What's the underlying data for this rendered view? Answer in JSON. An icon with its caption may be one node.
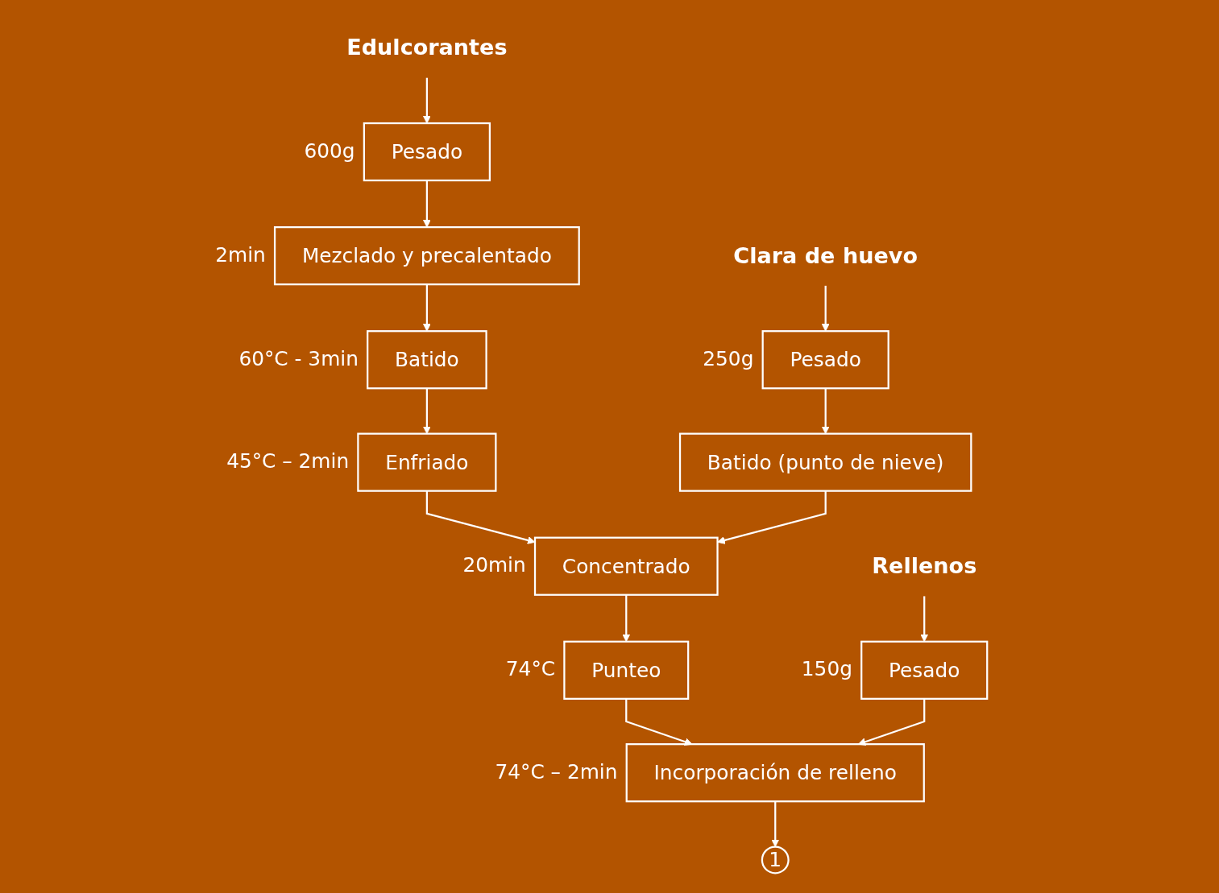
{
  "diagram": {
    "nodes": [
      {
        "text": [
          "Rellenos"
        ]
      },
      {
        "text": [
          "Pesado"
        ],
        "beside": [
          "150g"
        ]
      },
      {
        "text": [
          "Clara de huevo"
        ]
      },
      {
        "text": [
          "Pesado"
        ],
        "beside": [
          "250g"
        ]
      },
      {
        "text": [
          "Batido (punto de nieve)"
        ]
      },
      {
        "text": [
          "Edulcorantes"
        ]
      },
      {
        "text": [
          "Pesado"
        ],
        "beside": [
          "600g"
        ]
      },
      {
        "text": [
          "Mezclado y precalentado"
        ],
        "beside": [
          "2min"
        ]
      },
      {
        "text": [
          "Batido"
        ],
        "beside": [
          "60°C - 3min"
        ]
      },
      {
        "text": [
          "Enfriado"
        ],
        "beside": [
          "45°C – 2min"
        ]
      },
      {
        "text": [
          "Concentrado"
        ],
        "beside": [
          "20min"
        ]
      },
      {
        "text": [
          "Punteo"
        ],
        "beside": [
          "74°C"
        ]
      },
      {
        "text": [
          "Incorporación de relleno"
        ],
        "beside": [
          "74°C – 2min"
        ]
      },
      {
        "text": [
          "1"
        ]
      }
    ],
    "edges": [
      {
        "from": 0,
        "to": 1,
        "arrow": "to"
      },
      {
        "from": 2,
        "to": 3,
        "arrow": "to"
      },
      {
        "from": 3,
        "to": 4,
        "arrow": "to"
      },
      {
        "from": 5,
        "to": 6,
        "arrow": "to"
      },
      {
        "from": 6,
        "to": 7,
        "arrow": "to"
      },
      {
        "from": 7,
        "to": 8,
        "arrow": "to"
      },
      {
        "from": 8,
        "to": 9,
        "arrow": "to"
      },
      {
        "from": 9,
        "to": 10,
        "arrow": "to"
      },
      {
        "from": 4,
        "to": 10,
        "arrow": "to"
      },
      {
        "from": 10,
        "to": 11,
        "arrow": "to"
      },
      {
        "from": 11,
        "to": 12,
        "arrow": "to"
      },
      {
        "from": 1,
        "to": 12,
        "arrow": "to"
      },
      {
        "from": 12,
        "to": 13,
        "arrow": "to"
      }
    ]
  }
}
